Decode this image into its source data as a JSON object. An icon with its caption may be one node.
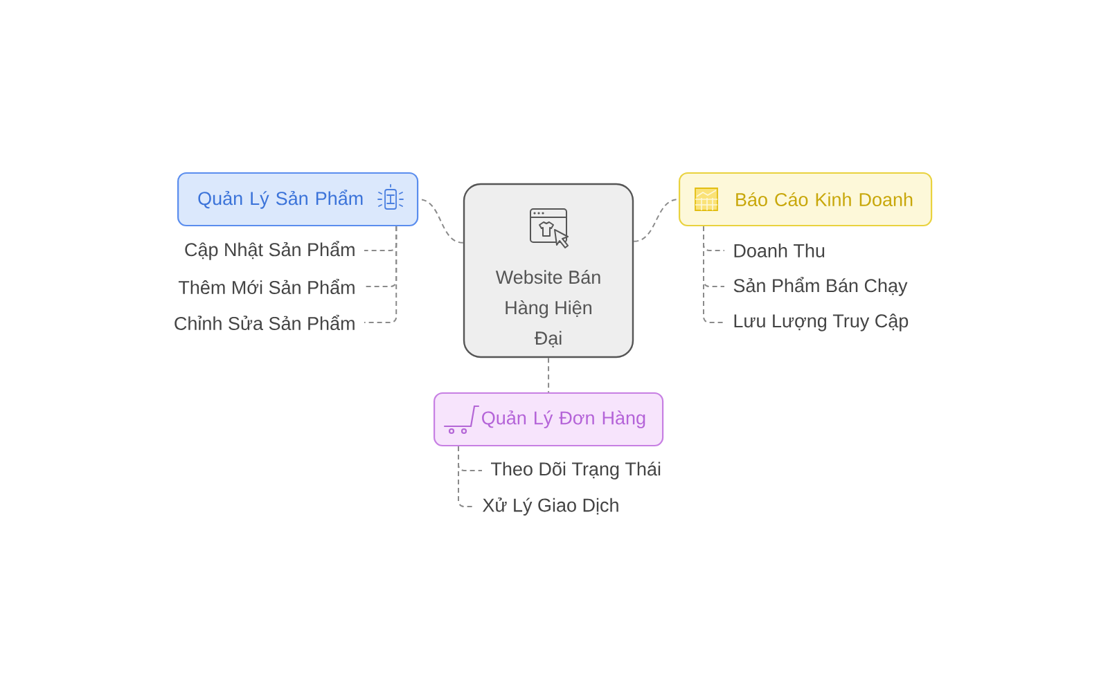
{
  "diagram": {
    "nodes": [
      {
        "text": [
          "Quản Lý Sản Phẩm"
        ]
      },
      {
        "text": [
          "Cập Nhật Sản Phẩm"
        ]
      },
      {
        "text": [
          "Thêm Mới Sản Phẩm"
        ]
      },
      {
        "text": [
          "Chỉnh Sửa Sản Phẩm"
        ]
      },
      {
        "text": [
          "Website Bán Hàng Hiện Đại"
        ]
      },
      {
        "text": [
          "Báo Cáo Kinh Doanh"
        ]
      },
      {
        "text": [
          "Doanh Thu"
        ]
      },
      {
        "text": [
          "Sản Phẩm Bán Chạy"
        ]
      },
      {
        "text": [
          "Lưu Lượng Truy Cập"
        ]
      },
      {
        "text": [
          "Quản Lý Đơn Hàng"
        ]
      },
      {
        "text": [
          "Theo Dõi Trạng Thái"
        ]
      },
      {
        "text": [
          "Xử Lý Giao Dịch"
        ]
      }
    ],
    "edges": [
      {
        "from": 4,
        "to": 0,
        "arrow": "none",
        "style": "dashed"
      },
      {
        "from": 0,
        "to": 1,
        "arrow": "none",
        "style": "dashed"
      },
      {
        "from": 0,
        "to": 2,
        "arrow": "none",
        "style": "dashed"
      },
      {
        "from": 0,
        "to": 3,
        "arrow": "none",
        "style": "dashed"
      },
      {
        "from": 4,
        "to": 5,
        "arrow": "none",
        "style": "dashed"
      },
      {
        "from": 5,
        "to": 6,
        "arrow": "none",
        "style": "dashed"
      },
      {
        "from": 5,
        "to": 7,
        "arrow": "none",
        "style": "dashed"
      },
      {
        "from": 5,
        "to": 8,
        "arrow": "none",
        "style": "dashed"
      },
      {
        "from": 4,
        "to": 9,
        "arrow": "none",
        "style": "dashed"
      },
      {
        "from": 9,
        "to": 10,
        "arrow": "none",
        "style": "dashed"
      },
      {
        "from": 9,
        "to": 11,
        "arrow": "none",
        "style": "dashed"
      }
    ]
  }
}
